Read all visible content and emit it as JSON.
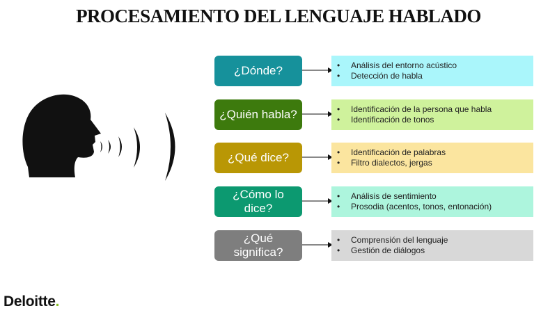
{
  "title": "PROCESAMIENTO DEL LENGUAJE HABLADO",
  "logo": {
    "name": "Deloitte",
    "dot": "."
  },
  "colors": {
    "q1": "#16919b",
    "q2": "#3d7a0d",
    "q3": "#b99705",
    "q4": "#0c9970",
    "q5": "#7e7e7e",
    "d1": "#aaf6fb",
    "d2": "#cff29c",
    "d3": "#fbe59f",
    "d4": "#adf5dd",
    "d5": "#d8d8d8"
  },
  "rows": [
    {
      "question": "¿Dónde?",
      "items": [
        "Análisis del entorno acústico",
        "Detección de habla"
      ]
    },
    {
      "question": "¿Quién habla?",
      "items": [
        "Identificación de la persona que habla",
        "Identificación de tonos"
      ]
    },
    {
      "question": "¿Qué dice?",
      "items": [
        "Identificación de palabras",
        "Filtro dialectos, jergas"
      ]
    },
    {
      "question": "¿Cómo lo dice?",
      "items": [
        "Análisis de sentimiento",
        "Prosodia (acentos, tonos, entonación)"
      ]
    },
    {
      "question": "¿Qué significa?",
      "items": [
        "Comprensión del lenguaje",
        "Gestión de diálogos"
      ]
    }
  ]
}
